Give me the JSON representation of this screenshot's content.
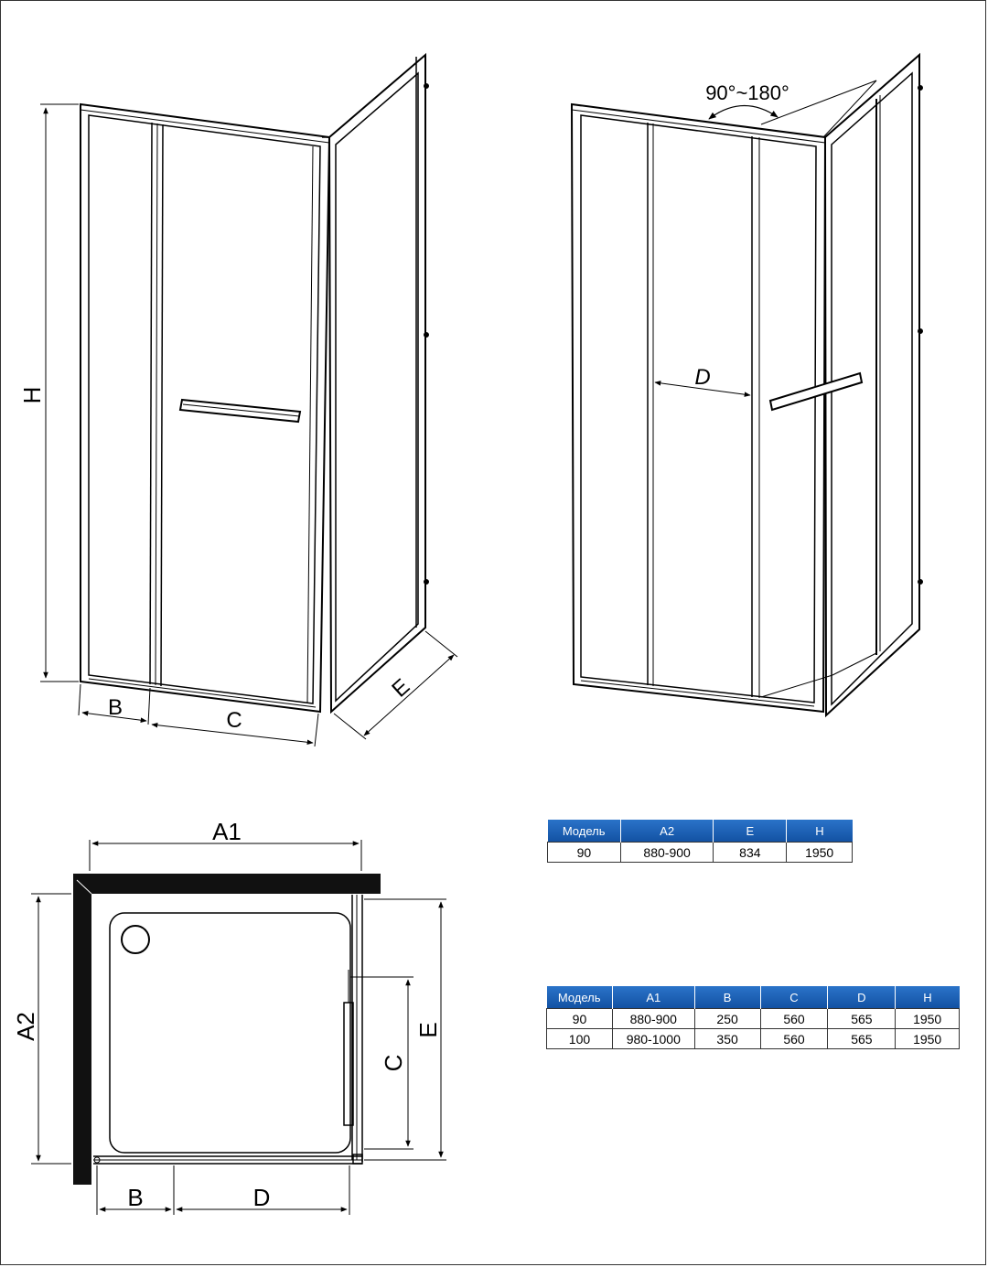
{
  "labels": {
    "H": "H",
    "B": "B",
    "C": "C",
    "E": "E",
    "D": "D",
    "angle": "90°~180°",
    "A1": "A1",
    "A2": "A2"
  },
  "table1": {
    "headers": [
      "Модель",
      "A2",
      "E",
      "H"
    ],
    "rows": [
      [
        "90",
        "880-900",
        "834",
        "1950"
      ]
    ]
  },
  "table2": {
    "headers": [
      "Модель",
      "A1",
      "B",
      "C",
      "D",
      "H"
    ],
    "rows": [
      [
        "90",
        "880-900",
        "250",
        "560",
        "565",
        "1950"
      ],
      [
        "100",
        "980-1000",
        "350",
        "560",
        "565",
        "1950"
      ]
    ]
  },
  "colors": {
    "table_header": "#1f63b8",
    "line": "#000000"
  }
}
